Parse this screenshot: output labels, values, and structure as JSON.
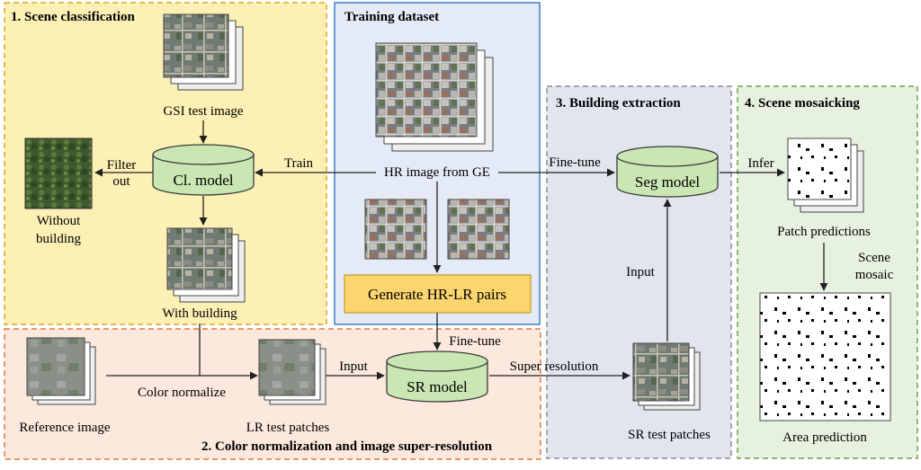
{
  "panels": {
    "scene_classification": {
      "title": "1. Scene classification"
    },
    "training_dataset": {
      "title": "Training dataset"
    },
    "building_extraction": {
      "title": "3. Building extraction"
    },
    "scene_mosaicking": {
      "title": "4. Scene mosaicking"
    },
    "color_norm_sr": {
      "title": "2. Color normalization and image super-resolution"
    }
  },
  "images": {
    "gsi_test": {
      "label": "GSI test image"
    },
    "without_building": {
      "label_line1": "Without",
      "label_line2": "building"
    },
    "with_building": {
      "label": "With building"
    },
    "hr_ge": {
      "label": "HR image from GE"
    },
    "reference": {
      "label": "Reference image"
    },
    "lr_patches": {
      "label": "LR test patches"
    },
    "sr_patches": {
      "label": "SR test patches"
    },
    "patch_predictions": {
      "label": "Patch predictions"
    },
    "area_prediction": {
      "label": "Area prediction"
    }
  },
  "models": {
    "cl": {
      "label": "Cl. model"
    },
    "seg": {
      "label": "Seg model"
    },
    "sr": {
      "label": "SR model"
    }
  },
  "process_box": {
    "label": "Generate HR-LR pairs"
  },
  "edges": {
    "train": "Train",
    "filter_line1": "Filter",
    "filter_line2": "out",
    "finetune_seg": "Fine-tune",
    "finetune_sr": "Fine-tune",
    "infer": "Infer",
    "input_seg": "Input",
    "input_sr": "Input",
    "color_normalize": "Color normalize",
    "super_resolution": "Super resolution",
    "scene_mosaic_line1": "Scene",
    "scene_mosaic_line2": "mosaic"
  },
  "colors": {
    "panel1_fill": "#fdf0b5",
    "panel1_stroke": "#d9a92a",
    "training_fill": "#e4ebf6",
    "training_stroke": "#3c7fc0",
    "panel2_fill": "#fce8dc",
    "panel2_stroke": "#e07a45",
    "panel3_fill": "#e2e5ee",
    "panel3_stroke": "#8a8e99",
    "panel4_fill": "#e7f1e0",
    "panel4_stroke": "#6aa24c",
    "model_fill": "#c9e6b3",
    "model_stroke": "#3a3a3a",
    "process_fill": "#fbd56d",
    "process_stroke": "#c59a2a"
  }
}
